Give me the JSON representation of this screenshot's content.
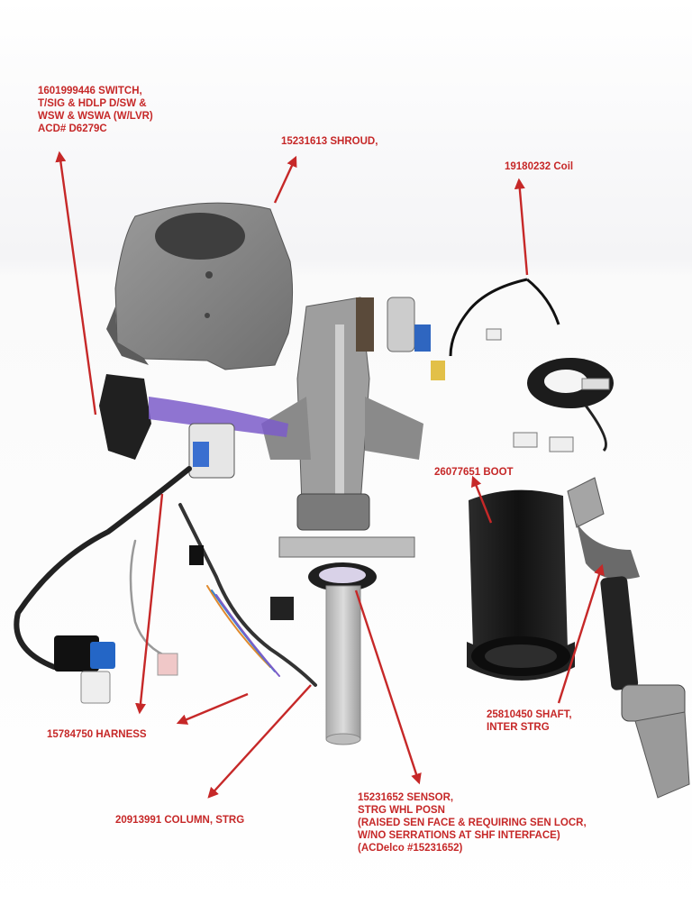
{
  "labels": {
    "switch": [
      "1601999446  SWITCH,",
      "T/SIG & HDLP D/SW &",
      "WSW & WSWA (W/LVR)",
      "ACD# D6279C"
    ],
    "shroud": [
      "15231613 SHROUD,"
    ],
    "coil": [
      "19180232 Coil"
    ],
    "boot": [
      "26077651 BOOT"
    ],
    "shaft": [
      "25810450 SHAFT,",
      "INTER STRG"
    ],
    "harness": [
      "15784750  HARNESS"
    ],
    "column": [
      "20913991 COLUMN, STRG"
    ],
    "sensor": [
      "15231652 SENSOR,",
      "STRG WHL POSN",
      "(RAISED SEN FACE & REQUIRING SEN LOCR,",
      "W/NO SERRATIONS AT SHF INTERFACE)",
      "(ACDelco #15231652)"
    ]
  },
  "colors": {
    "label_red": "#c62828",
    "part_gray": "#8d8d8d",
    "boot_black": "#1e1e1e",
    "mesh_purple": "#7b5cc9"
  }
}
